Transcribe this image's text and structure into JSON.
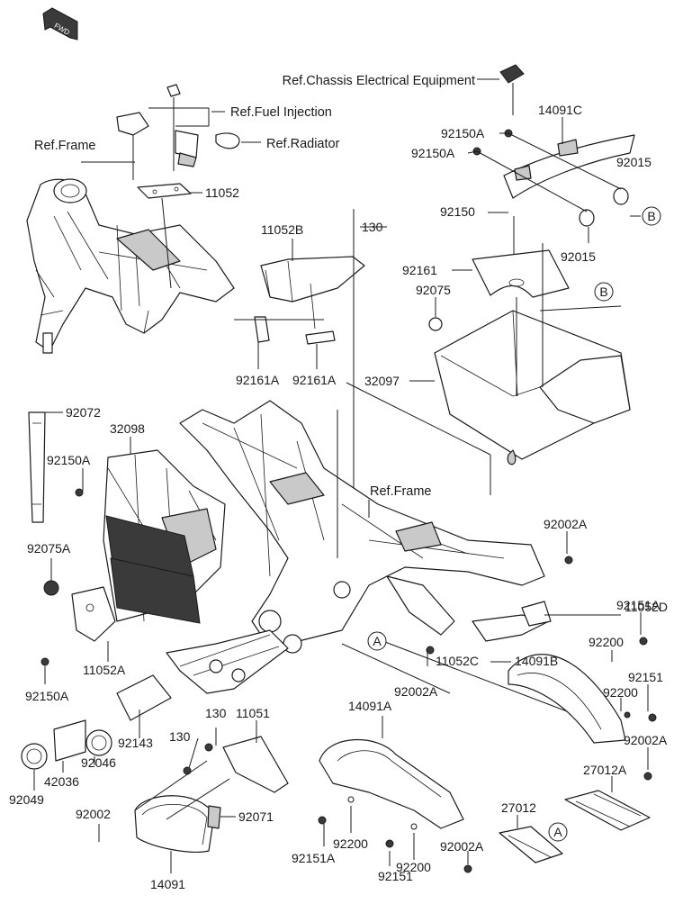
{
  "fwd_badge": "FWD",
  "refs": {
    "chassis_electrical": "Ref.Chassis Electrical Equipment",
    "fuel_injection": "Ref.Fuel Injection",
    "radiator": "Ref.Radiator",
    "frame_top": "Ref.Frame",
    "frame_mid": "Ref.Frame"
  },
  "markers": {
    "A": "A",
    "B": "B"
  },
  "parts": {
    "p14091C": "14091C",
    "p92150A_1": "92150A",
    "p92150A_2": "92150A",
    "p92015_1": "92015",
    "p92015_2": "92015",
    "p11052": "11052",
    "p11052B": "11052B",
    "p130_top": "130",
    "p92150": "92150",
    "p92161": "92161",
    "p92075": "92075",
    "p92161A_1": "92161A",
    "p92161A_2": "92161A",
    "p32097": "32097",
    "p92072": "92072",
    "p32098": "32098",
    "p92150A_3": "92150A",
    "p92075A": "92075A",
    "p92002A_1": "92002A",
    "p11052D": "11052D",
    "p92151A_1": "92151A",
    "p92200_1": "92200",
    "p92200_2": "92200",
    "p92151_1": "92151",
    "p14091B": "14091B",
    "p11052C": "11052C",
    "p92002A_2": "92002A",
    "p11052A": "11052A",
    "p92150A_4": "92150A",
    "p92002A_3": "92002A",
    "p130_a": "130",
    "p11051": "11051",
    "p130_b": "130",
    "p92143": "92143",
    "p92046": "92046",
    "p42036": "42036",
    "p92049": "92049",
    "p14091A": "14091A",
    "p27012A": "27012A",
    "p92002": "92002",
    "p92071": "92071",
    "p27012": "27012",
    "p92200_3": "92200",
    "p92200_4": "92200",
    "p92151A_2": "92151A",
    "p92151_2": "92151",
    "p92002A_4": "92002A",
    "p14091": "14091"
  }
}
